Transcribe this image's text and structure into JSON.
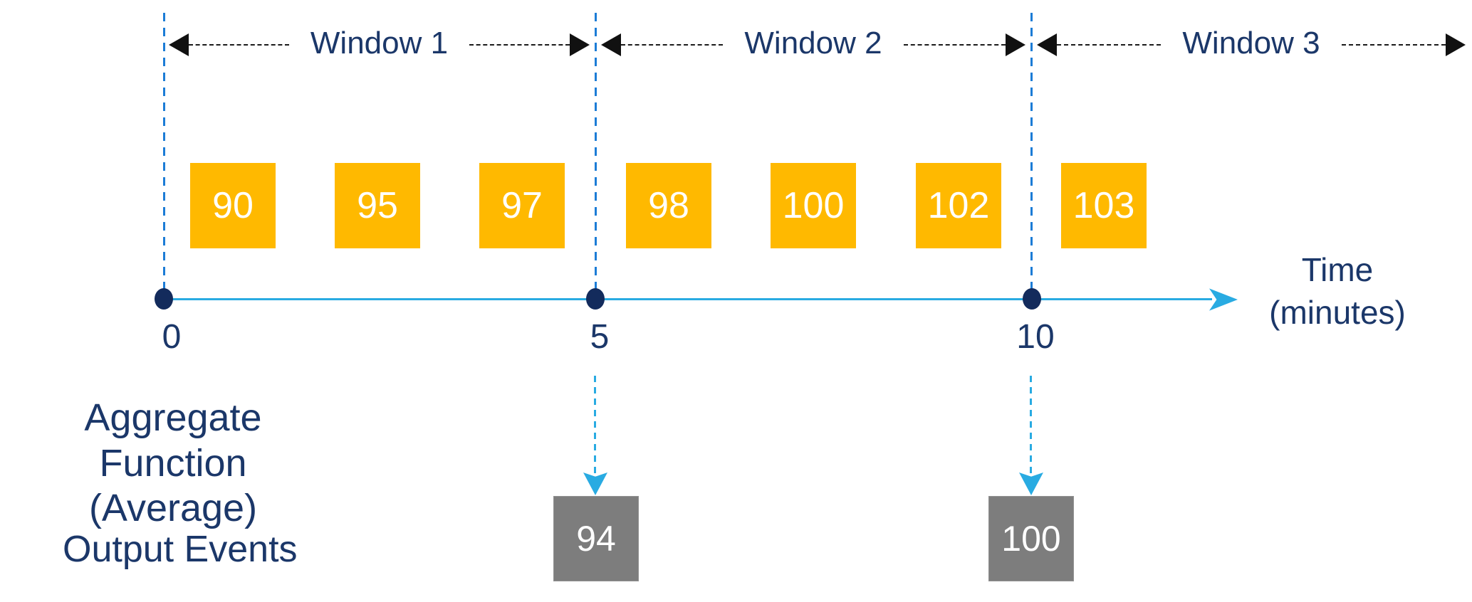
{
  "colors": {
    "navy_text": "#1B3769",
    "axis_cyan": "#29ABE2",
    "boundary_blue": "#1C7CD6",
    "event_yellow": "#FFB900",
    "output_gray": "#7D7D7D",
    "arrow_black": "#111111",
    "box_text_white": "#FFFFFF"
  },
  "windows": [
    {
      "label": "Window 1"
    },
    {
      "label": "Window 2"
    },
    {
      "label": "Window 3"
    }
  ],
  "input_events": [
    {
      "value": "90"
    },
    {
      "value": "95"
    },
    {
      "value": "97"
    },
    {
      "value": "98"
    },
    {
      "value": "100"
    },
    {
      "value": "102"
    },
    {
      "value": "103"
    }
  ],
  "timeline": {
    "ticks": [
      {
        "label": "0"
      },
      {
        "label": "5"
      },
      {
        "label": "10"
      }
    ],
    "axis_label": {
      "line1": "Time",
      "line2": "(minutes)"
    }
  },
  "labels": {
    "aggregate_line1": "Aggregate Function",
    "aggregate_line2": "(Average)",
    "output_events": "Output Events"
  },
  "output_events": [
    {
      "value": "94"
    },
    {
      "value": "100"
    }
  ]
}
